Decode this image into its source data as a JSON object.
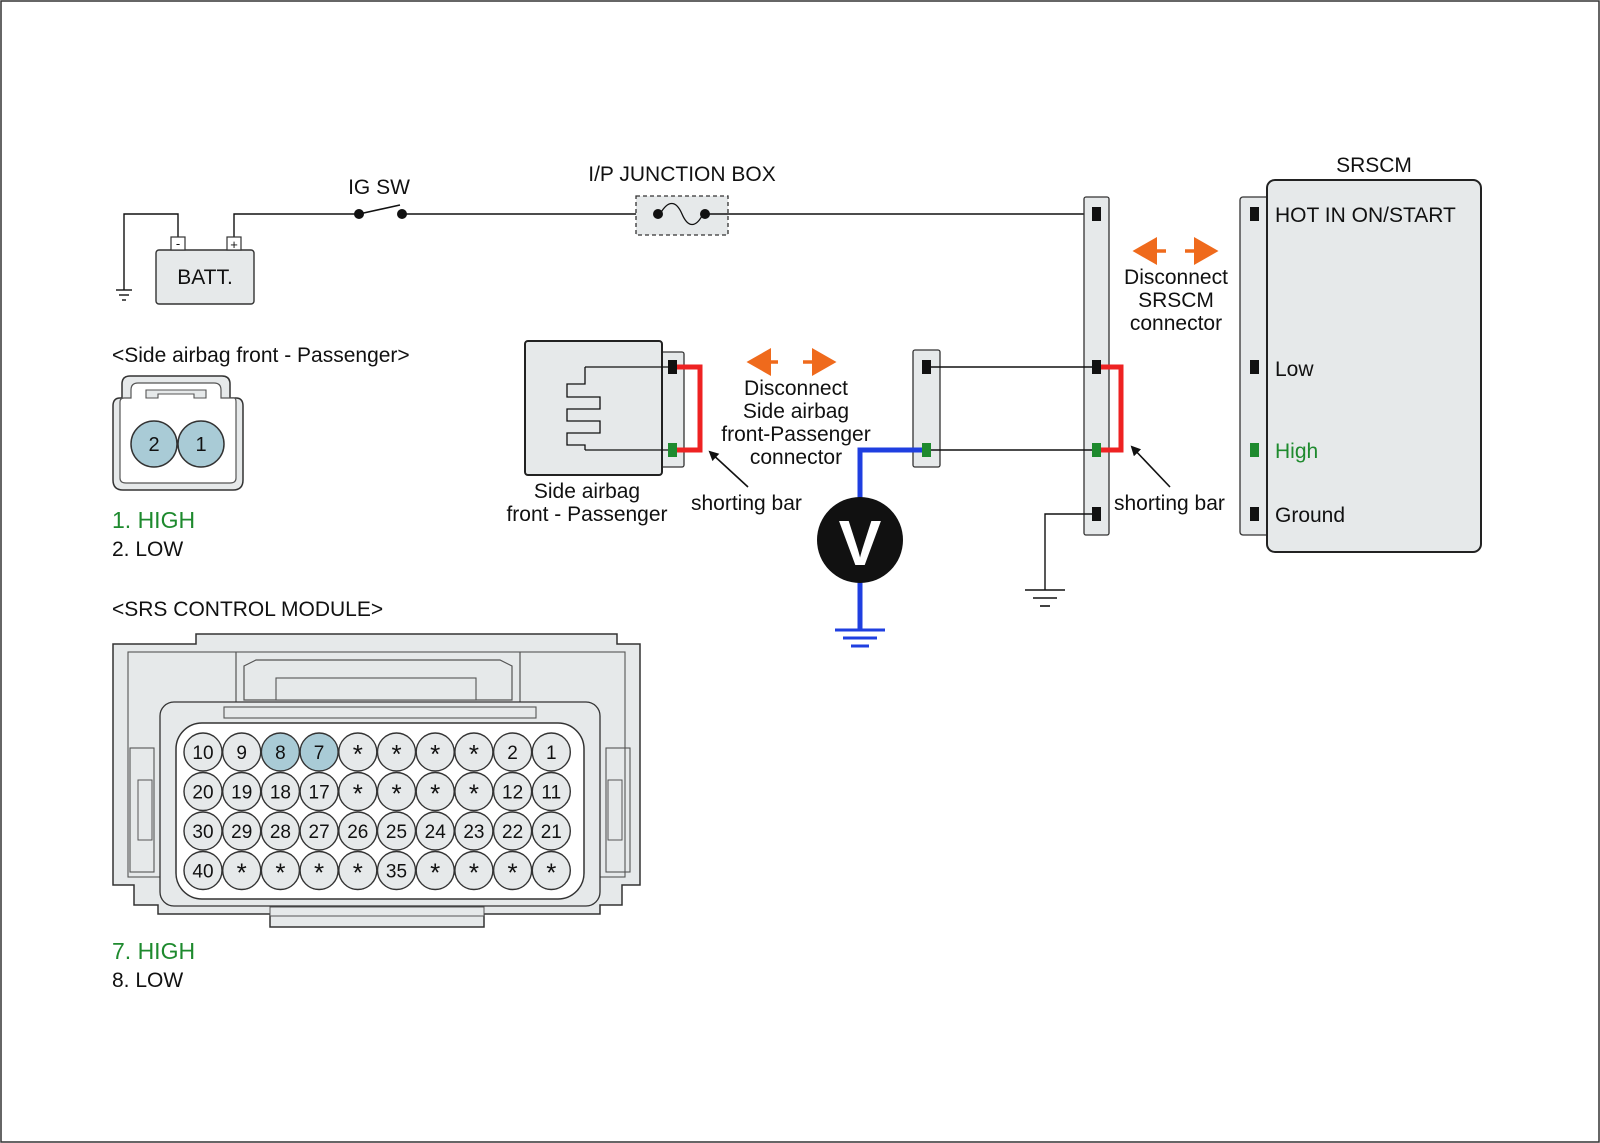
{
  "labels": {
    "ig_sw": "IG SW",
    "junction_box": "I/P JUNCTION BOX",
    "battery": "BATT.",
    "batt_minus": "-",
    "batt_plus": "+",
    "srscm_title": "SRSCM",
    "hot_in": "HOT IN ON/START",
    "low": "Low",
    "high": "High",
    "ground": "Ground",
    "disconnect_srscm": [
      "Disconnect",
      "SRSCM",
      "connector"
    ],
    "disconnect_airbag": [
      "Disconnect",
      "Side airbag",
      "front-Passenger",
      "connector"
    ],
    "airbag_module": [
      "Side airbag",
      "front - Passenger"
    ],
    "shorting_bar_left": "shorting bar",
    "shorting_bar_right": "shorting bar",
    "meter": "V"
  },
  "side_airbag_connector": {
    "title": "<Side airbag front - Passenger>",
    "pins": [
      "2",
      "1"
    ],
    "legend_high": "1. HIGH",
    "legend_low": "2. LOW"
  },
  "srs_control_module": {
    "title": "<SRS CONTROL MODULE>",
    "rows": [
      [
        "10",
        "9",
        "8",
        "7",
        "*",
        "*",
        "*",
        "*",
        "2",
        "1"
      ],
      [
        "20",
        "19",
        "18",
        "17",
        "*",
        "*",
        "*",
        "*",
        "12",
        "11"
      ],
      [
        "30",
        "29",
        "28",
        "27",
        "26",
        "25",
        "24",
        "23",
        "22",
        "21"
      ],
      [
        "40",
        "*",
        "*",
        "*",
        "*",
        "35",
        "*",
        "*",
        "*",
        "*"
      ]
    ],
    "highlighted": [
      "8",
      "7"
    ],
    "legend_high": "7. HIGH",
    "legend_low": "8. LOW"
  },
  "colors": {
    "high": "#1e8a2e",
    "shorting_bar": "#ee2222",
    "meter_lead": "#1f3fe0",
    "arrow": "#ef6a1c",
    "pin_highlight": "#a9cbd6",
    "panel_fill": "#e6e9ea"
  }
}
